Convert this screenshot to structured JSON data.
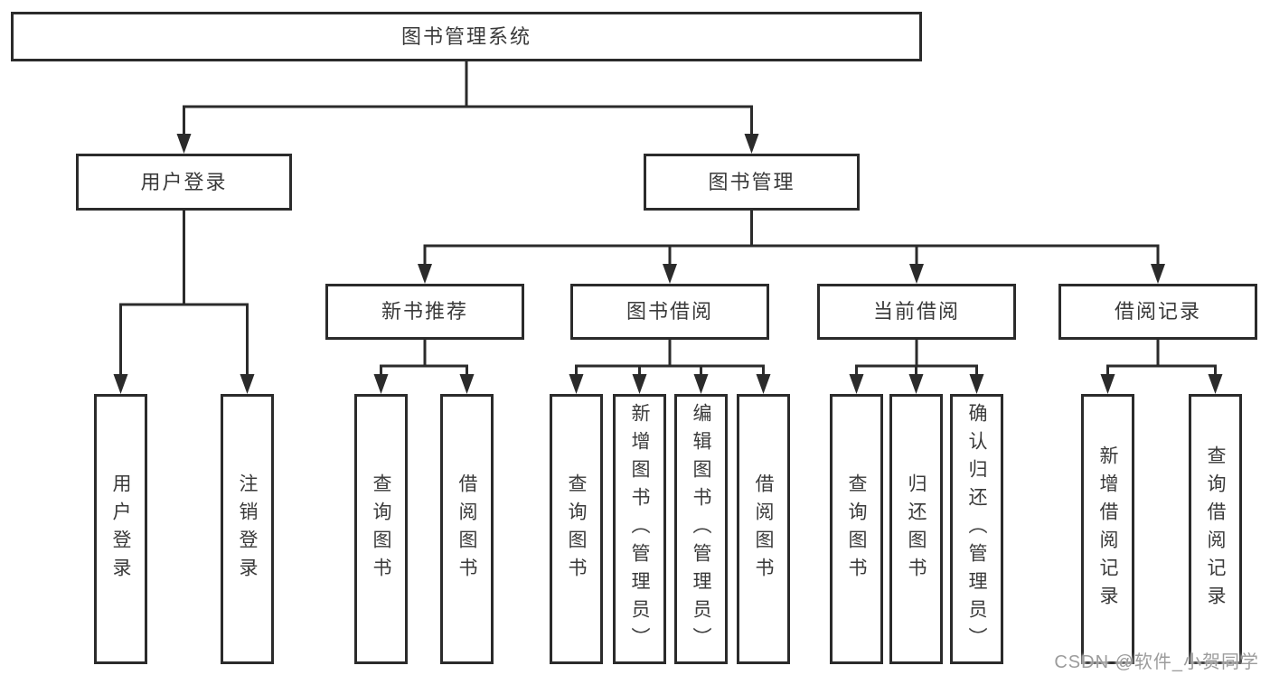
{
  "diagram": {
    "type": "tree",
    "root": {
      "label": "图书管理系统",
      "children": [
        {
          "label": "用户登录",
          "children": [
            {
              "label": "用户登录"
            },
            {
              "label": "注销登录"
            }
          ]
        },
        {
          "label": "图书管理",
          "children": [
            {
              "label": "新书推荐",
              "children": [
                {
                  "label": "查询图书"
                },
                {
                  "label": "借阅图书"
                }
              ]
            },
            {
              "label": "图书借阅",
              "children": [
                {
                  "label": "查询图书"
                },
                {
                  "label": "新增图书（管理员）"
                },
                {
                  "label": "编辑图书（管理员）"
                },
                {
                  "label": "借阅图书"
                }
              ]
            },
            {
              "label": "当前借阅",
              "children": [
                {
                  "label": "查询图书"
                },
                {
                  "label": "归还图书"
                },
                {
                  "label": "确认归还（管理员）"
                }
              ]
            },
            {
              "label": "借阅记录",
              "children": [
                {
                  "label": "新增借阅记录"
                },
                {
                  "label": "查询借阅记录"
                }
              ]
            }
          ]
        }
      ]
    }
  },
  "watermark": {
    "text": "CSDN @软件_小贺同学",
    "color": "#9c9c9c"
  },
  "colors": {
    "line": "#2b2b2b",
    "box_border": "#2b2b2b",
    "text": "#3a3a3a",
    "background": "#ffffff"
  }
}
